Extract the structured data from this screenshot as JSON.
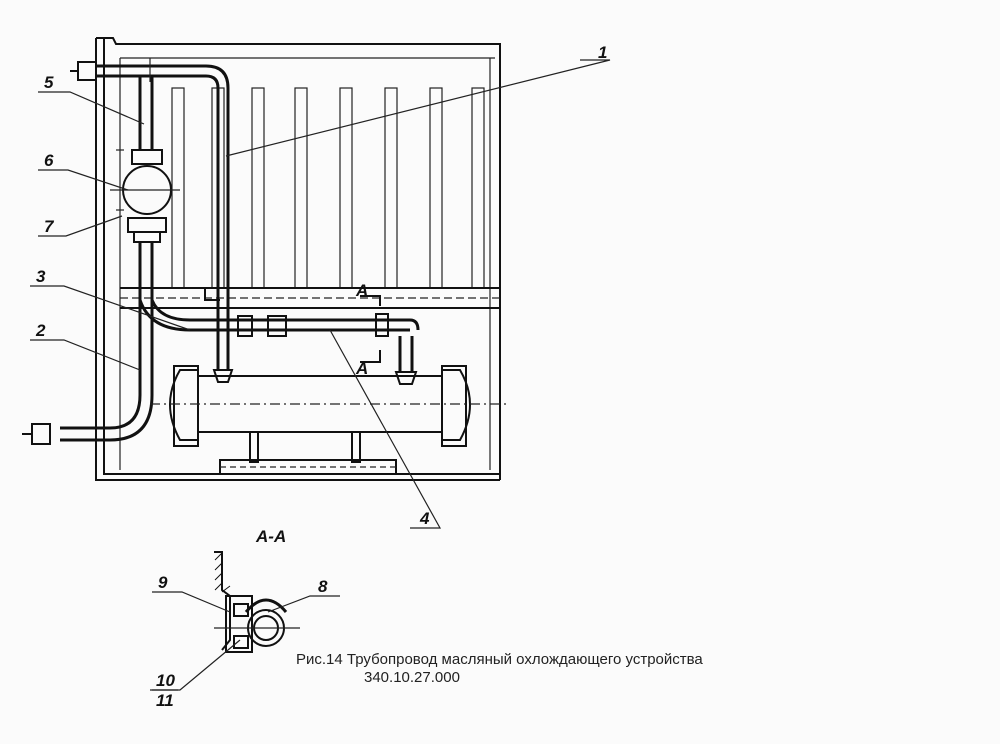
{
  "callouts": {
    "c1": "1",
    "c2": "2",
    "c3": "3",
    "c4": "4",
    "c5": "5",
    "c6": "6",
    "c7": "7",
    "c8": "8",
    "c9": "9",
    "c10": "10",
    "c11": "11"
  },
  "section_label": "A-A",
  "section_mark_a1": "A",
  "section_mark_a2": "A",
  "caption": {
    "line1": "Рис.14 Трубопровод масляный охлождающего устройства",
    "line2": "340.10.27.000"
  }
}
